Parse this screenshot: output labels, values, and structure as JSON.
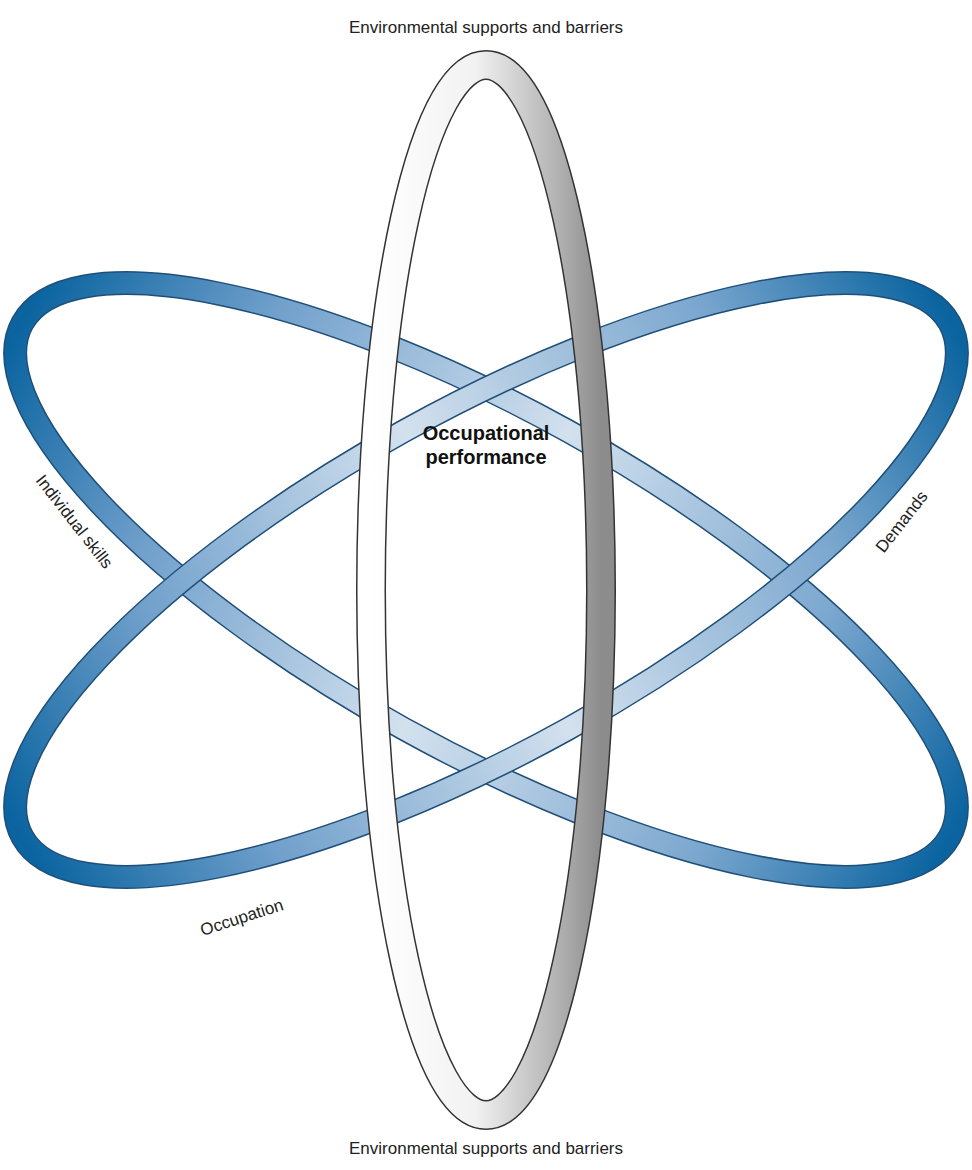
{
  "diagram": {
    "labels": [
      "Environmental supports and barriers",
      "Occupational performance",
      "Individual skills",
      "Demands",
      "Occupation",
      "Environmental supports and barriers"
    ]
  }
}
